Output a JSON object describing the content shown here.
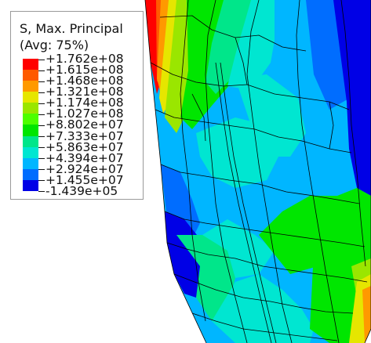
{
  "legend": {
    "title": "S, Max. Principal",
    "subtitle": "(Avg: 75%)",
    "labels": [
      "+1.762e+08",
      "+1.615e+08",
      "+1.468e+08",
      "+1.321e+08",
      "+1.174e+08",
      "+1.027e+08",
      "+8.802e+07",
      "+7.333e+07",
      "+5.863e+07",
      "+4.394e+07",
      "+2.924e+07",
      "+1.455e+07",
      "-1.439e+05"
    ],
    "colors": [
      "#ff0000",
      "#ff5a00",
      "#ff9900",
      "#e6e600",
      "#9ae600",
      "#4dff00",
      "#00e600",
      "#00e68a",
      "#00e6d1",
      "#00b6ff",
      "#006dff",
      "#0000e6"
    ]
  },
  "model": {
    "mesh_color": "#000000"
  }
}
